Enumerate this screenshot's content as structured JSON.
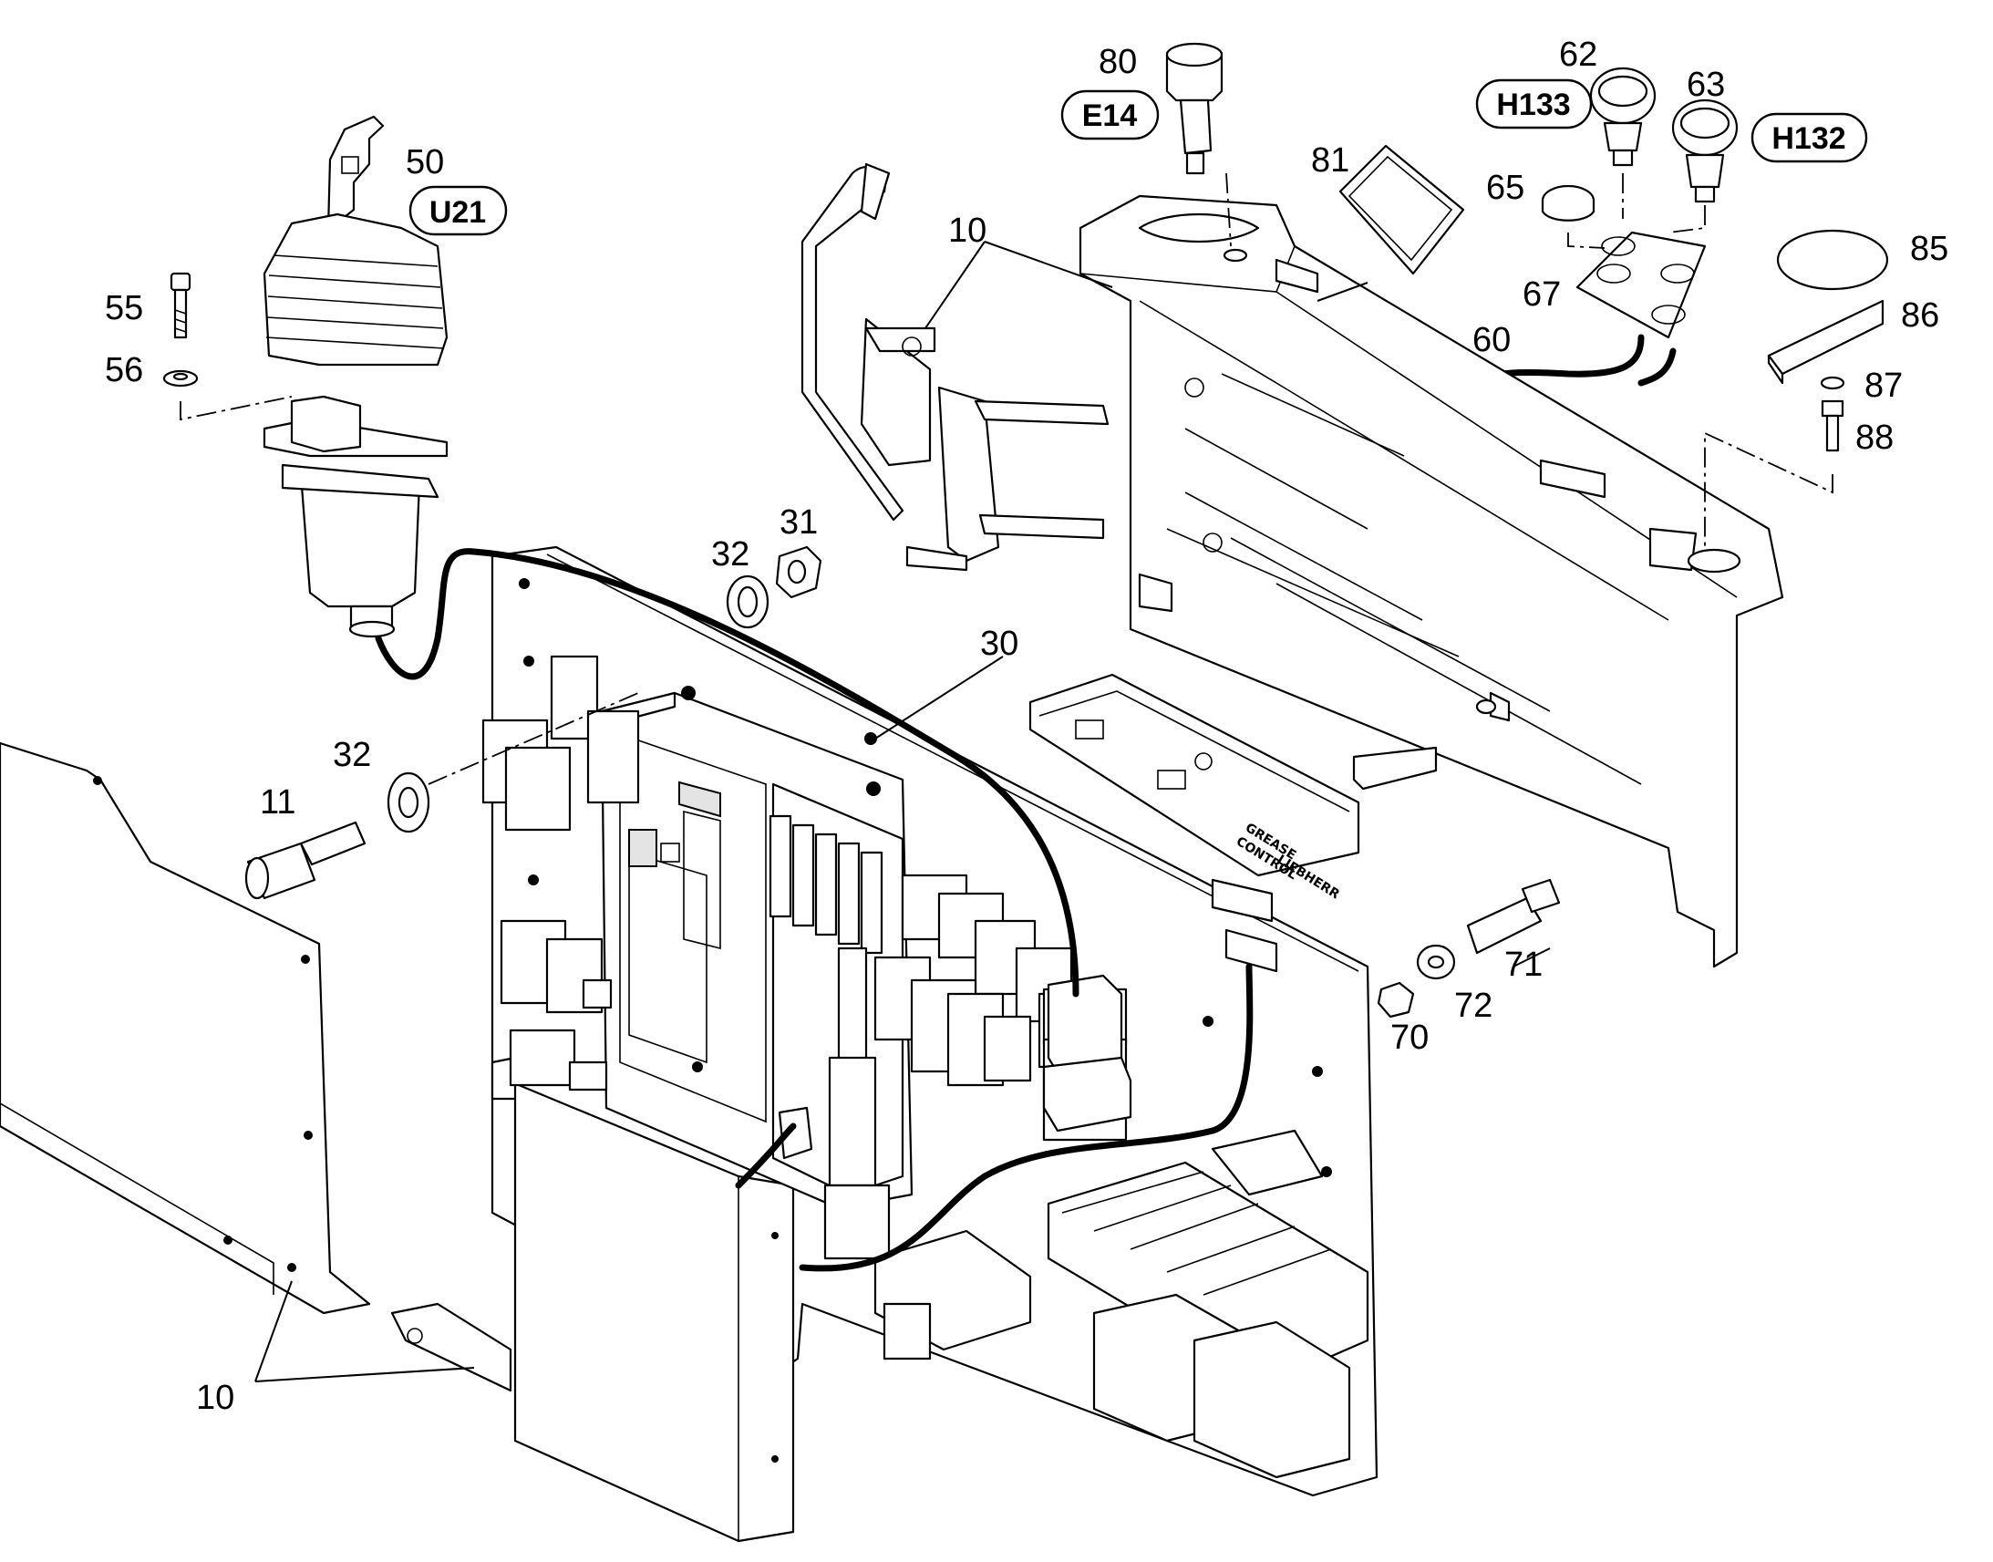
{
  "part_numbers": {
    "p10_top": "10",
    "p10_bottom": "10",
    "p11": "11",
    "p30": "30",
    "p31": "31",
    "p32_top": "32",
    "p32_left": "32",
    "p50": "50",
    "p55": "55",
    "p56": "56",
    "p60": "60",
    "p62": "62",
    "p63": "63",
    "p65": "65",
    "p67": "67",
    "p70": "70",
    "p71": "71",
    "p72": "72",
    "p80": "80",
    "p81": "81",
    "p85": "85",
    "p86": "86",
    "p87": "87",
    "p88": "88"
  },
  "component_tags": {
    "u21": "U21",
    "e14": "E14",
    "h133": "H133",
    "h132": "H132"
  },
  "panel_labels": {
    "grease_line1": "GREASE",
    "grease_line2": "CONTROL",
    "brand": "LIEBHERR"
  }
}
